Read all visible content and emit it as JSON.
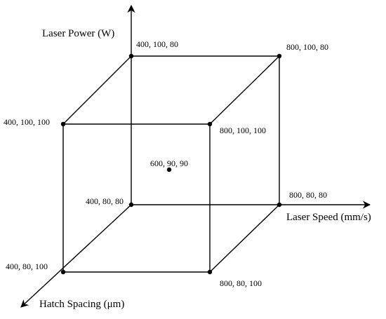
{
  "axes": {
    "vertical_label": "Laser Power (W)",
    "horizontal_label": "Laser Speed (mm/s)",
    "depth_label": "Hatch Spacing (μm)"
  },
  "points": {
    "back_top_left": "400, 100, 80",
    "back_top_right": "800, 100, 80",
    "front_top_left": "400, 100, 100",
    "front_top_right": "800, 100, 100",
    "center": "600, 90, 90",
    "back_bottom_left": "400, 80, 80",
    "back_bottom_right": "800, 80, 80",
    "front_bottom_left": "400, 80, 100",
    "front_bottom_right": "800, 80, 100"
  },
  "colors": {
    "ink": "#000000",
    "background": "#ffffff"
  }
}
